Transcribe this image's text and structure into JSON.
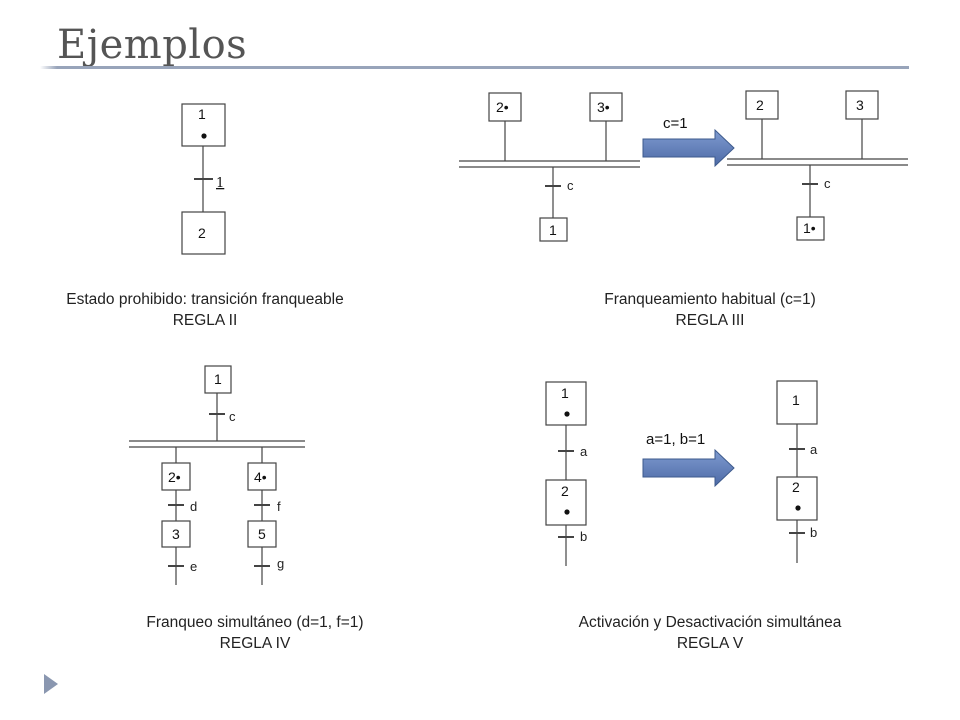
{
  "title": "Ejemplos",
  "examples": {
    "prohibido": {
      "caption_line1": "Estado prohibido: transición franqueable",
      "caption_line2": "REGLA II",
      "step_top": "1",
      "step_bottom": "2",
      "transition_label": "1"
    },
    "habitual": {
      "caption_line1": "Franqueamiento habitual (c=1)",
      "caption_line2": "REGLA III",
      "condition": "c=1",
      "before_steps": [
        "2•",
        "3•",
        "1"
      ],
      "after_steps": [
        "2",
        "3",
        "1•"
      ],
      "transition_label": "c"
    },
    "simultaneo": {
      "caption_line1": "Franqueo simultáneo (d=1, f=1)",
      "caption_line2": "REGLA IV",
      "steps": [
        "1",
        "2•",
        "4•",
        "3",
        "5"
      ],
      "transitions": [
        "c",
        "d",
        "f",
        "e",
        "g"
      ]
    },
    "activacion": {
      "caption_line1": "Activación y Desactivación simultánea",
      "caption_line2": "REGLA V",
      "condition": "a=1, b=1",
      "before_steps": [
        "1",
        "2"
      ],
      "after_steps": [
        "1",
        "2"
      ],
      "transitions": [
        "a",
        "b"
      ]
    }
  },
  "colors": {
    "arrow": "#5b79b3",
    "arrow_edge": "#3d5a8c",
    "rule": "#98a4ba"
  },
  "icons": {
    "nav": "triangle-right-icon",
    "active_token": "dot-icon"
  }
}
